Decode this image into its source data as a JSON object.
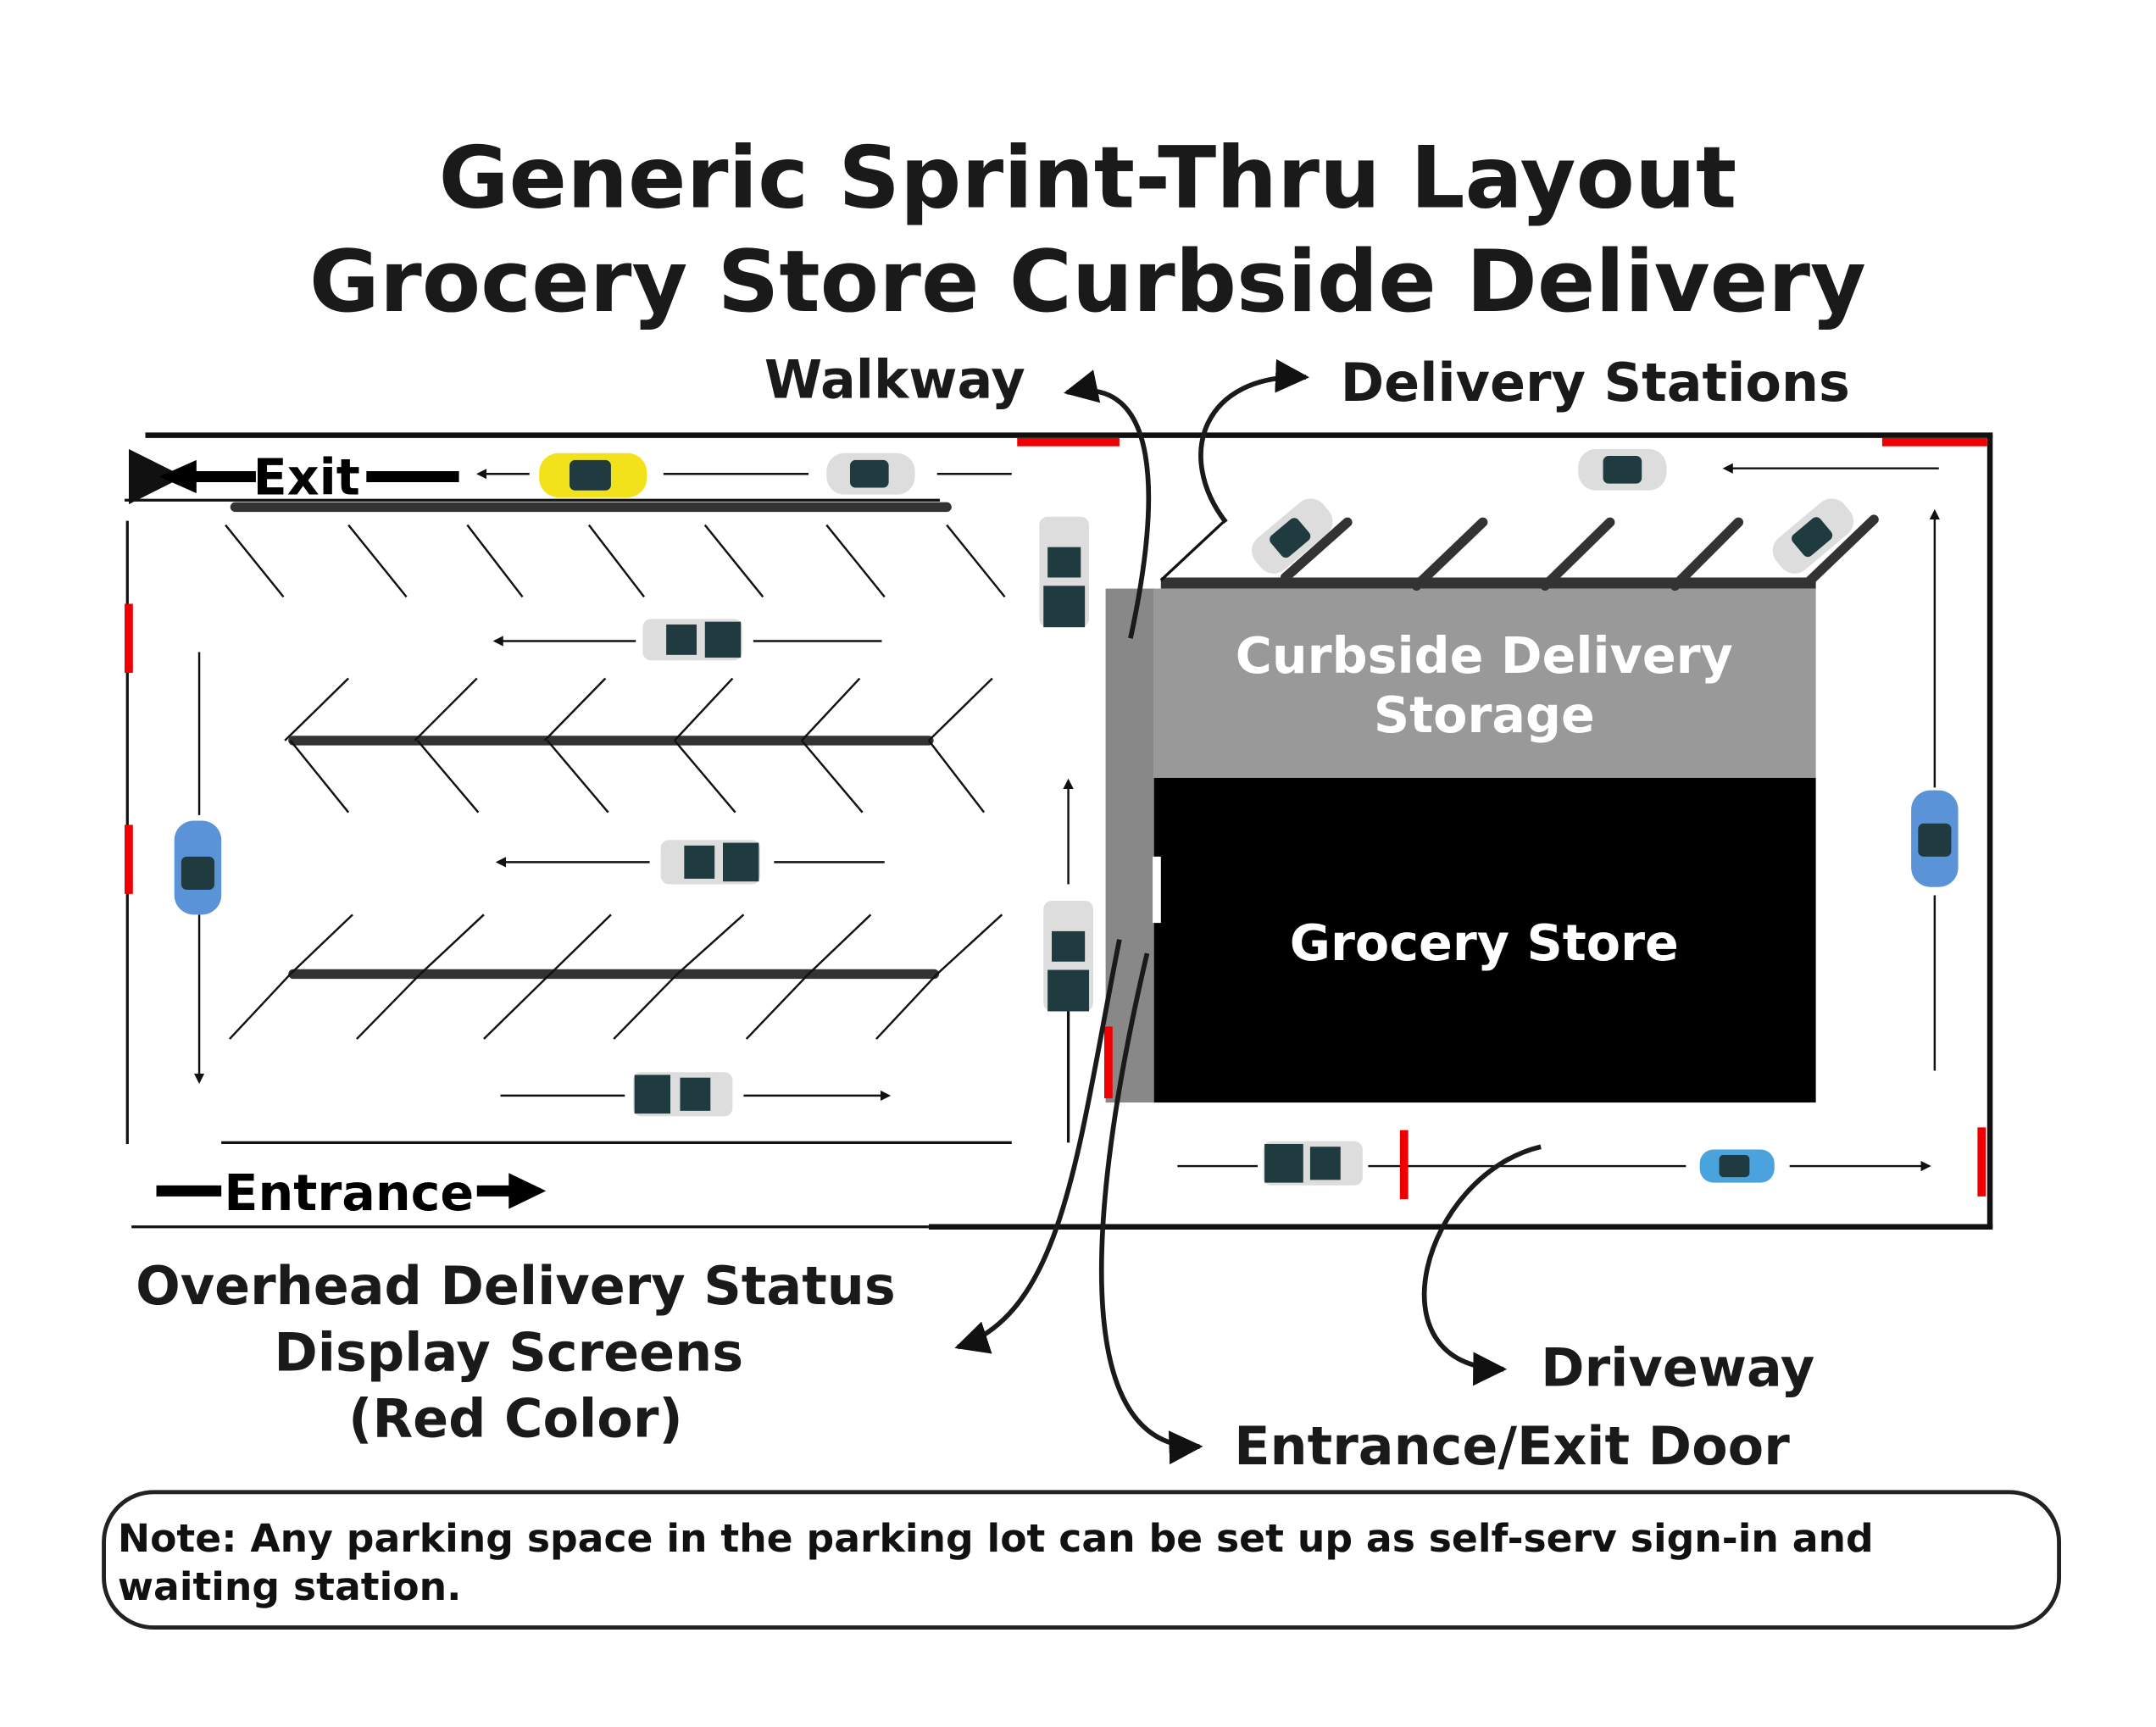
{
  "title": {
    "line1": "Generic Sprint-Thru Layout",
    "line2": "Grocery Store Curbside Delivery"
  },
  "labels": {
    "walkway": "Walkway",
    "delivery_stations": "Delivery Stations",
    "exit": "Exit",
    "entrance": "Entrance",
    "storage": {
      "line1": "Curbside Delivery",
      "line2": "Storage"
    },
    "store": "Grocery Store",
    "screens": {
      "line1": "Overhead Delivery Status",
      "line2": "Display Screens",
      "line3": "(Red Color)"
    },
    "driveway": "Driveway",
    "door": "Entrance/Exit Door"
  },
  "note": {
    "line1": "Note: Any parking space in the parking lot can be set up as self-serv sign-in and",
    "line2": "waiting station."
  },
  "colors": {
    "screen": "#e00000",
    "storage": "#999999",
    "store": "#000000",
    "walkway": "#888888"
  }
}
